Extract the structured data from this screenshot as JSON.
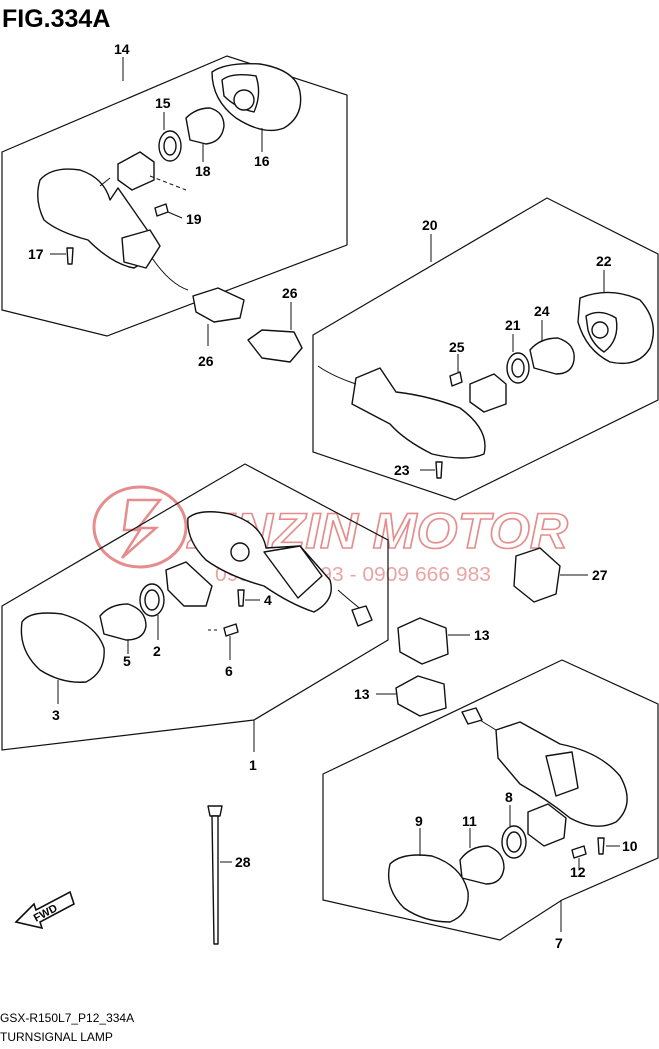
{
  "figure": {
    "title": "FIG.334A",
    "model_code": "GSX-R150L7_P12_334A",
    "caption": "TURNSIGNAL LAMP"
  },
  "watermark": {
    "brand": "ZINZIN MOTOR",
    "phone": "0903 993 993 - 0909 666 983",
    "color": "#e58d8d"
  },
  "direction_badge": "FWD",
  "colors": {
    "line": "#111111",
    "background": "#ffffff"
  },
  "callouts": {
    "c1": "1",
    "c2": "2",
    "c3": "3",
    "c4": "4",
    "c5": "5",
    "c6": "6",
    "c7": "7",
    "c8": "8",
    "c9": "9",
    "c10": "10",
    "c11": "11",
    "c12": "12",
    "c13a": "13",
    "c13b": "13",
    "c14": "14",
    "c15": "15",
    "c16": "16",
    "c17": "17",
    "c18": "18",
    "c19": "19",
    "c20": "20",
    "c21": "21",
    "c22": "22",
    "c23": "23",
    "c24": "24",
    "c25": "25",
    "c26a": "26",
    "c26b": "26",
    "c27": "27",
    "c28": "28"
  }
}
